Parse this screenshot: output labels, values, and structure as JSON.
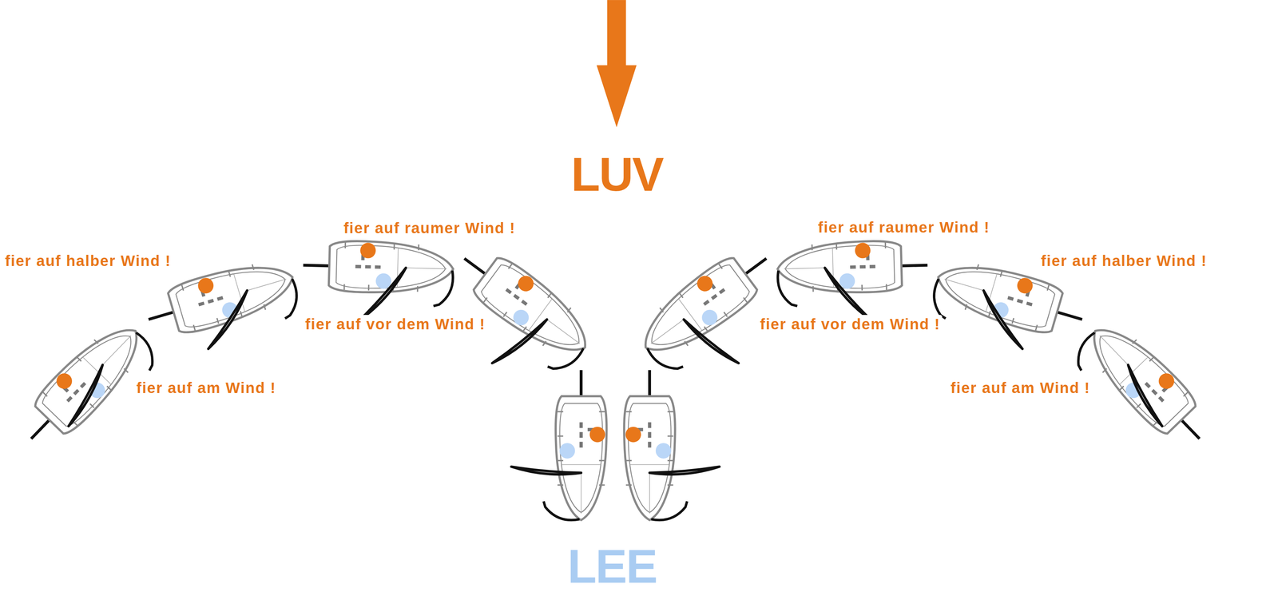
{
  "diagram": {
    "labels": [
      "LUV",
      "fier auf raumer Wind !",
      "fier auf raumer Wind !",
      "fier auf halber Wind !",
      "fier auf halber Wind !",
      "fier auf vor dem Wind !",
      "fier auf vor dem Wind !",
      "fier auf am Wind !",
      "fier auf am Wind !",
      "LEE"
    ]
  }
}
